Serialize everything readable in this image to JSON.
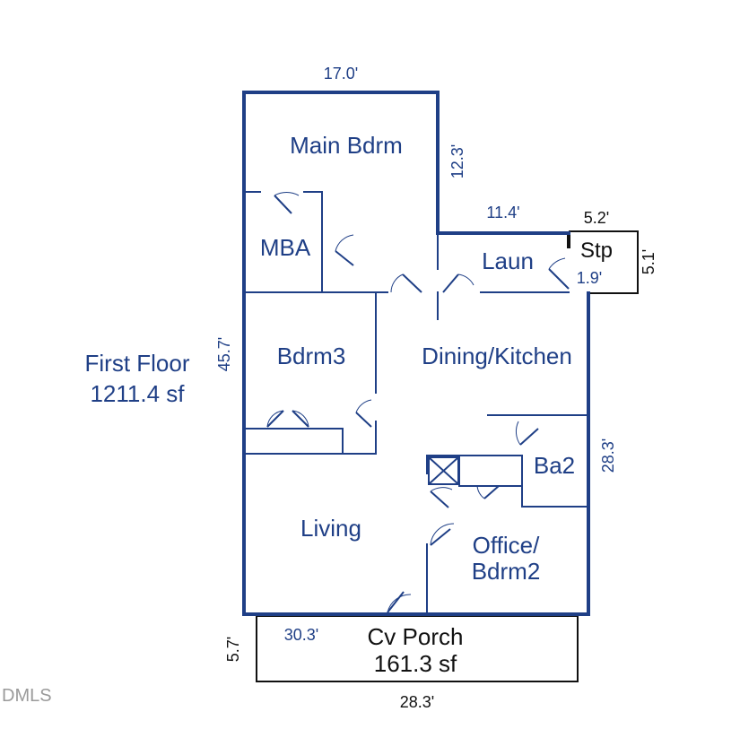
{
  "summary": {
    "floor_name": "First Floor",
    "floor_area": "1211.4 sf"
  },
  "rooms": {
    "main_bdrm": "Main Bdrm",
    "mba": "MBA",
    "laun": "Laun",
    "stp": "Stp",
    "bdrm3": "Bdrm3",
    "dining_kitchen": "Dining/Kitchen",
    "ba2": "Ba2",
    "living": "Living",
    "office_line1": "Office/",
    "office_line2": "Bdrm2",
    "porch_line1": "Cv Porch",
    "porch_line2": "161.3 sf"
  },
  "dimensions": {
    "top_width": "17.0'",
    "right_upper": "12.3'",
    "laun_width": "11.4'",
    "stp_width": "5.2'",
    "stp_height": "5.1'",
    "stp_small": "1.9'",
    "left_height": "45.7'",
    "right_lower": "28.3'",
    "bottom_width": "30.3'",
    "porch_depth": "5.7'",
    "porch_width": "28.3'"
  },
  "watermark": "DMLS",
  "colors": {
    "wall": "#1f3f86",
    "text": "#1f3f86",
    "porch": "#111111"
  }
}
